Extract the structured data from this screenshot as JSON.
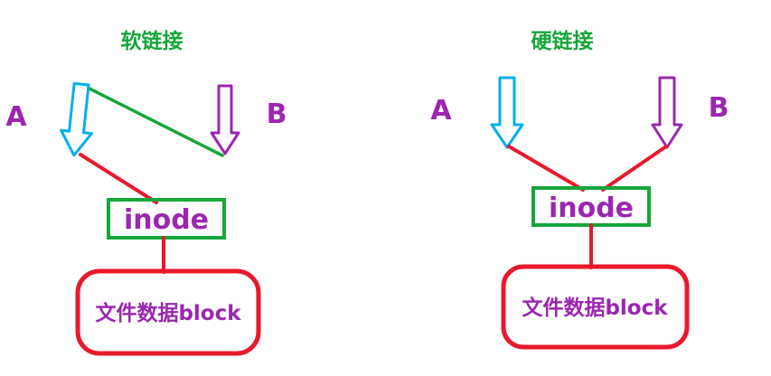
{
  "colors": {
    "green": "#17a63a",
    "red": "#e8192c",
    "purple": "#9b26b0",
    "cyan": "#00aeef",
    "white": "#ffffff"
  },
  "left": {
    "title": "软链接",
    "label_a": "A",
    "label_b": "B",
    "inode": "inode",
    "block": "文件数据block"
  },
  "right": {
    "title": "硬链接",
    "label_a": "A",
    "label_b": "B",
    "inode": "inode",
    "block": "文件数据block"
  }
}
